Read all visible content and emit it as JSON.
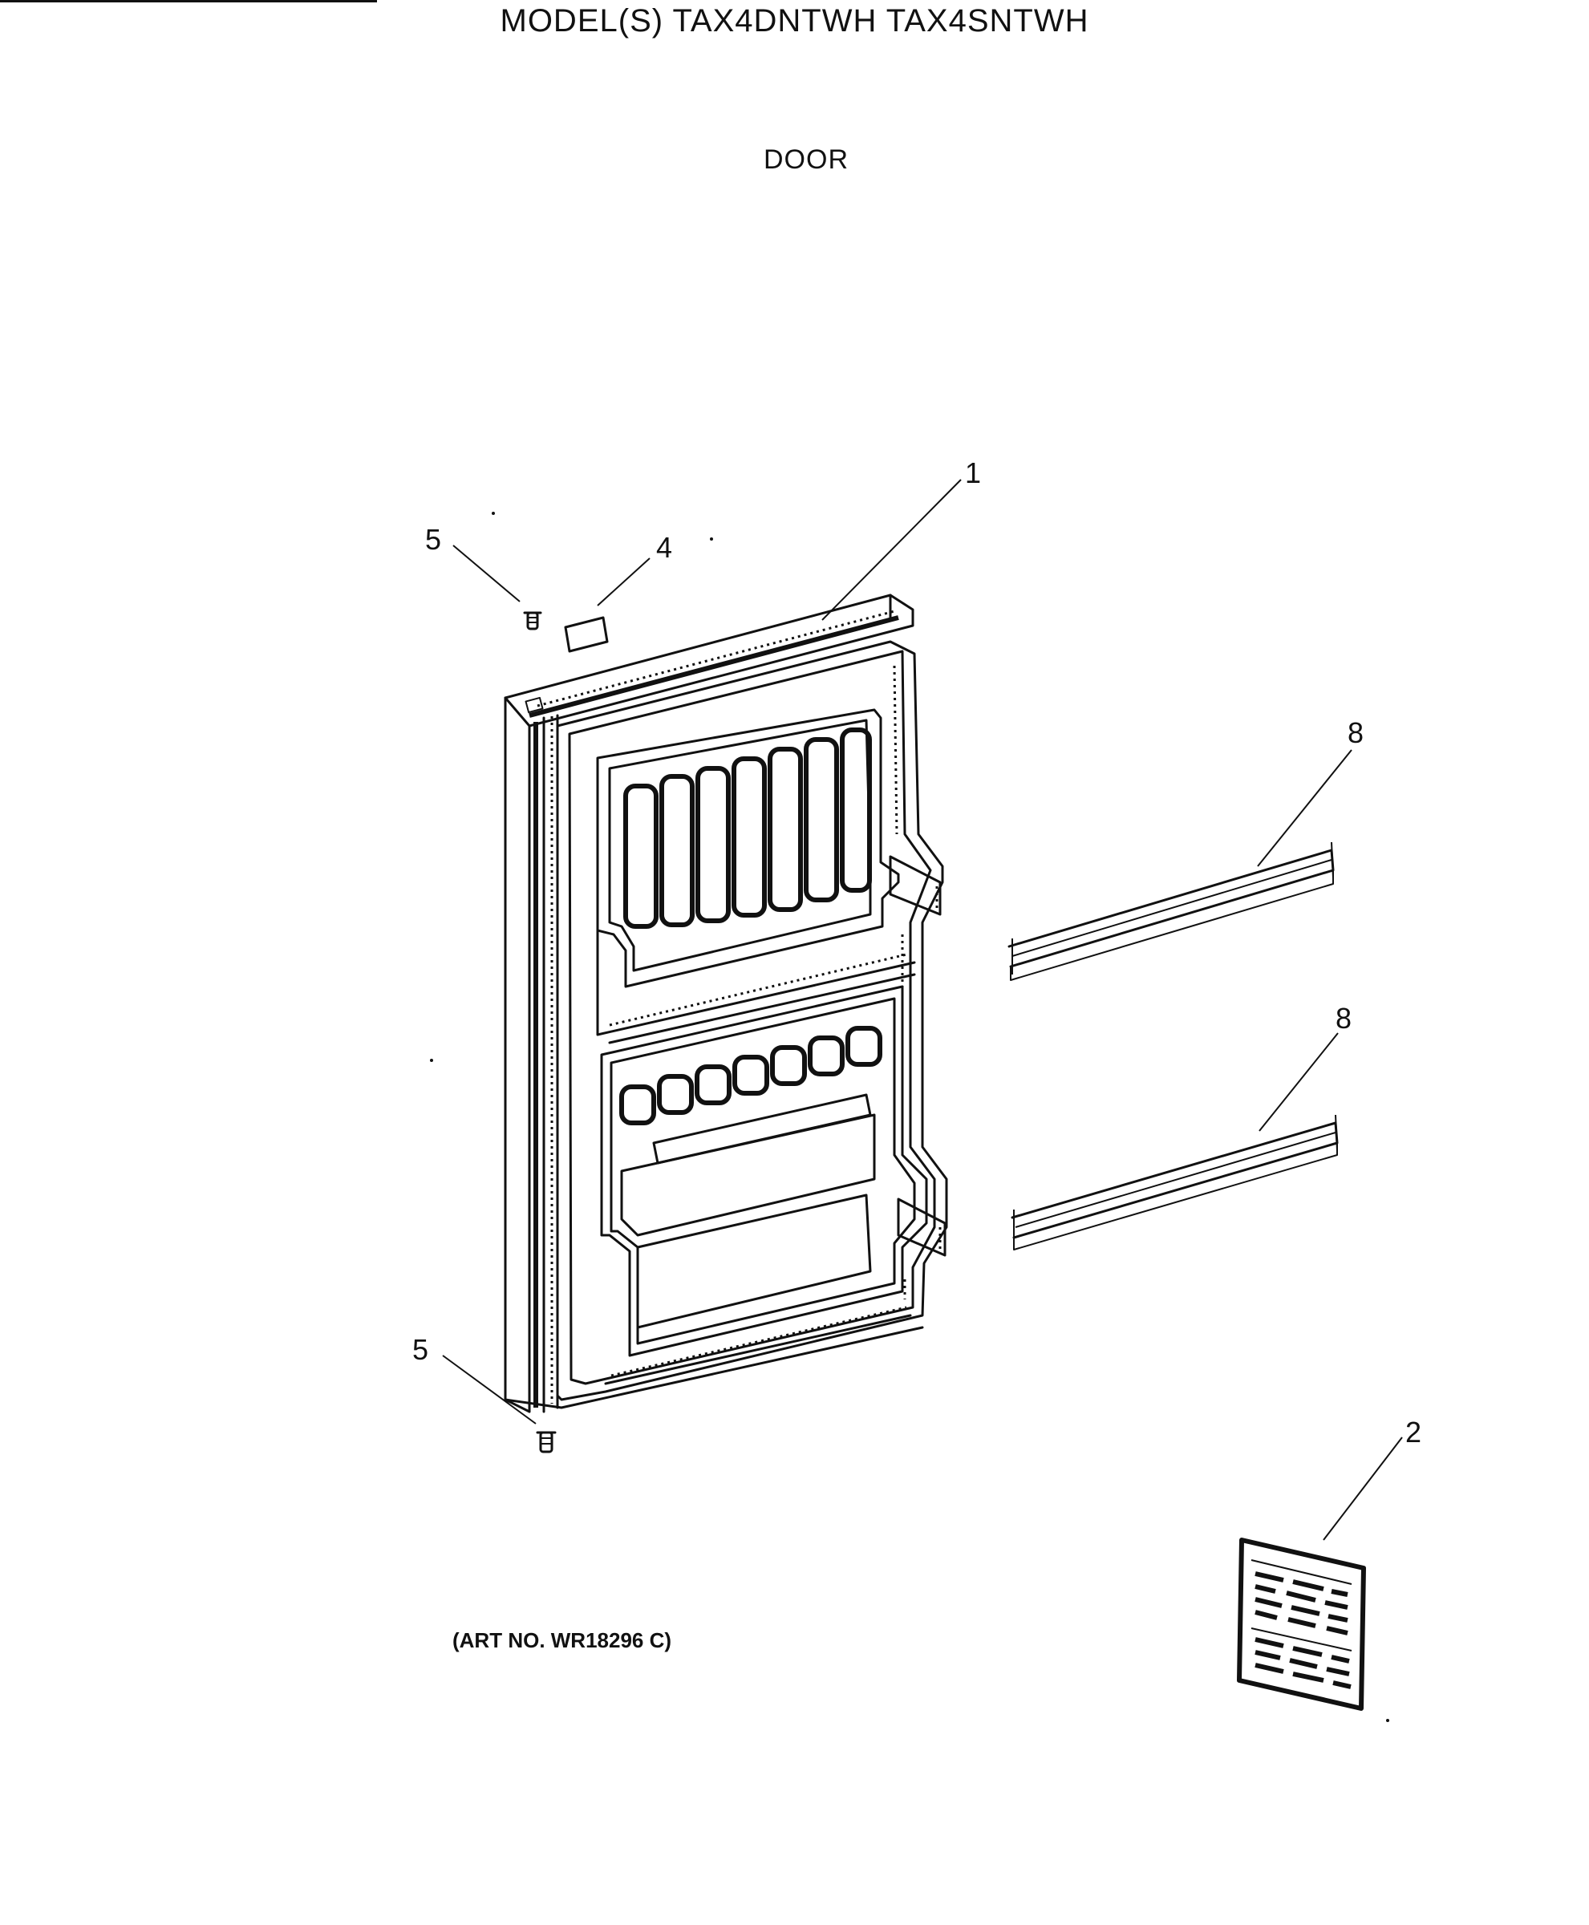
{
  "header": {
    "title": "MODEL(S) TAX4DNTWH  TAX4SNTWH",
    "subtitle": "DOOR"
  },
  "footer": {
    "art_number": "(ART NO. WR18296 C)"
  },
  "callouts": {
    "door": "1",
    "label_card": "2",
    "nameplate": "4",
    "screw_top": "5",
    "screw_bottom": "5",
    "shelf_bar_upper": "8",
    "shelf_bar_lower": "8"
  }
}
